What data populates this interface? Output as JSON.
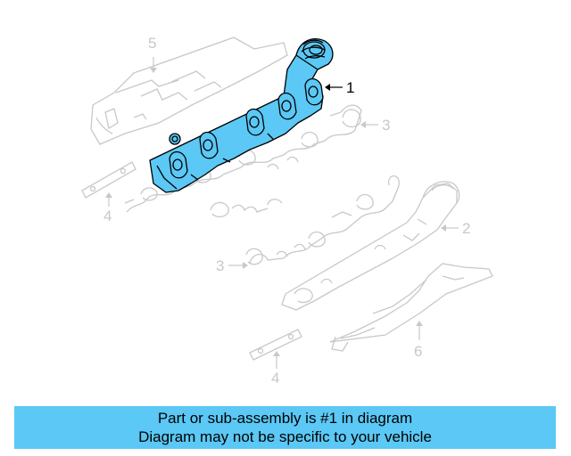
{
  "colors": {
    "highlight": "#5bc8f5",
    "line_gray": "#c8c8c8",
    "ink": "#000000"
  },
  "callouts": {
    "c1": "1",
    "c2": "2",
    "c3a": "3",
    "c3b": "3",
    "c4a": "4",
    "c4b": "4",
    "c5": "5",
    "c6": "6"
  },
  "banner": {
    "line1": "Part or sub-assembly is #1 in diagram",
    "line2": "Diagram may not be specific to your vehicle"
  }
}
